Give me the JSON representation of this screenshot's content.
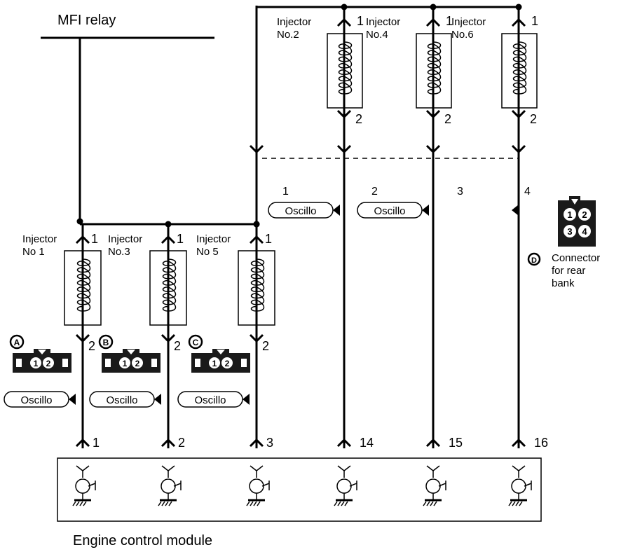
{
  "title": "MFI relay",
  "footer": "Engine control module",
  "front_injectors": [
    {
      "name1": "Injector",
      "name2": "No 1",
      "top_pin": "1",
      "bot_pin": "2",
      "connector": "A",
      "oscillo": "Oscillo",
      "ecm_pin": "1"
    },
    {
      "name1": "Injector",
      "name2": "No.3",
      "top_pin": "1",
      "bot_pin": "2",
      "connector": "B",
      "oscillo": "Oscillo",
      "ecm_pin": "2"
    },
    {
      "name1": "Injector",
      "name2": "No 5",
      "top_pin": "1",
      "bot_pin": "2",
      "connector": "C",
      "oscillo": "Oscillo",
      "ecm_pin": "3"
    }
  ],
  "rear_injectors": [
    {
      "name1": "Injector",
      "name2": "No.2",
      "top_pin": "1",
      "bot_pin": "2",
      "conn_pin": "1",
      "oscillo": "Oscillo",
      "ecm_pin": "14"
    },
    {
      "name1": "Injector",
      "name2": "No.4",
      "top_pin": "1",
      "bot_pin": "2",
      "conn_pin": "2",
      "oscillo": "Oscillo",
      "ecm_pin": "15"
    },
    {
      "name1": "Injector",
      "name2": "No.6",
      "top_pin": "1",
      "bot_pin": "2",
      "conn_pin": "3",
      "ecm_pin": "16"
    }
  ],
  "power_conn_pin": "4",
  "connector_pins": [
    "1",
    "2"
  ],
  "rear_connector": {
    "letter": "D",
    "pins": [
      "1",
      "2",
      "3",
      "4"
    ],
    "label_lines": [
      "Connector",
      "for rear",
      "bank"
    ]
  }
}
